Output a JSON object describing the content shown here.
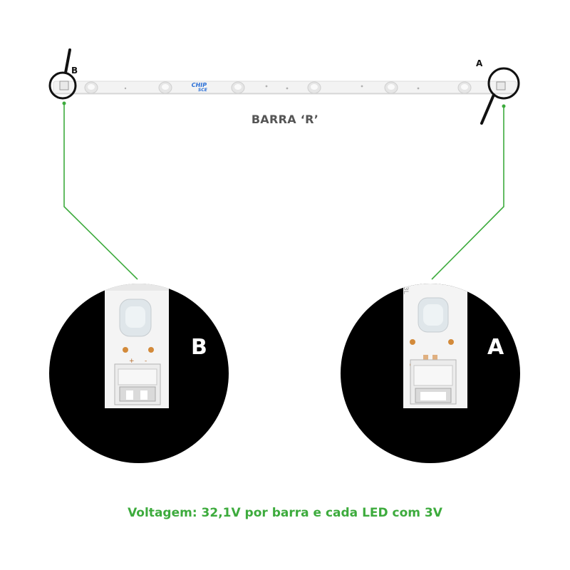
{
  "diagram": {
    "strip_label": "BARRA ‘R’",
    "strip_brand_line1": "CHIP",
    "strip_brand_line2": "SCE",
    "end_b_label": "B",
    "end_a_label": "A",
    "detail_b_label": "B",
    "detail_a_label": "A",
    "detail_a_print": "3L",
    "caption": "Voltagem: 32,1V por barra e cada LED com 3V"
  },
  "colors": {
    "accent_green": "#3dab3d",
    "detail_background": "#000000",
    "strip": "#f3f3f3",
    "label_gray": "#555555"
  },
  "icons": {
    "magnifier_b": "magnifier-icon",
    "magnifier_a": "magnifier-icon"
  }
}
